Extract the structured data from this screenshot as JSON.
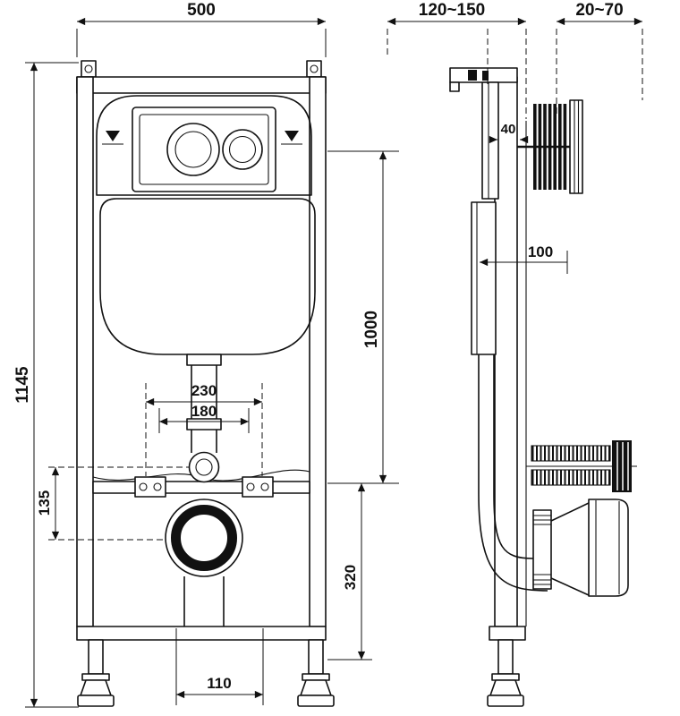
{
  "drawing": {
    "dims": {
      "width": "500",
      "height": "1145",
      "wall_offset": "120~150",
      "anchor_adjust": "20~70",
      "plate_depth": "40",
      "cistern_depth": "100",
      "panel_height": "1000",
      "span_outer": "230",
      "span_inner": "180",
      "trap_drop": "135",
      "outlet_height": "320",
      "outlet_span": "110"
    }
  }
}
